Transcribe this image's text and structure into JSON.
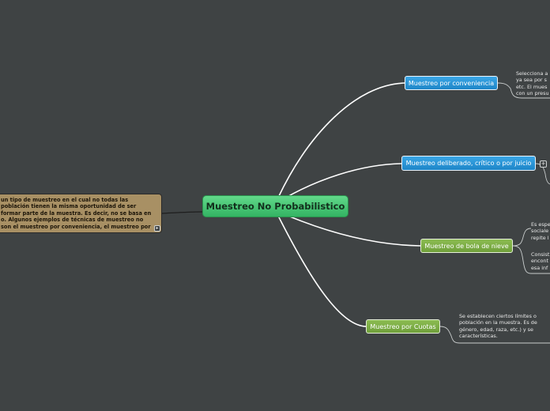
{
  "central": {
    "label": "Muestreo No Probabilistico"
  },
  "definition": {
    "lines": [
      "un tipo de muestreo en el cual no todas las",
      "población tienen la misma oportunidad de ser",
      "formar parte de la muestra. Es decir, no se basa en",
      "o. Algunos ejemplos de técnicas de muestreo no",
      "son el muestreo por conveniencia, el muestreo por"
    ]
  },
  "branches": [
    {
      "label": "Muestreo por conveniencia",
      "notes": [
        [
          "Selecciona a",
          "ya sea por s",
          "etc. El mues",
          "con un presu"
        ]
      ]
    },
    {
      "label": "Muestreo deliberado, crítico o por juicio",
      "notes": []
    },
    {
      "label": "Muestreo de bola de nieve",
      "notes": [
        [
          "Es espe",
          "sociale",
          "repite l"
        ],
        [
          "Consist",
          "encont",
          "esa inf"
        ]
      ]
    },
    {
      "label": "Muestreo por Cuotas",
      "notes": [
        [
          "Se establecen ciertos límites o",
          "población en la muestra. Es de",
          "género, edad, raza, etc.) y se",
          "características."
        ]
      ]
    }
  ],
  "colors": {
    "background": "#3f4344",
    "central": "#3cbd6b",
    "blue_topic": "#2392d6",
    "green_topic": "#7aab44",
    "definition_box": "#a89064",
    "connector": "#ffffff"
  }
}
